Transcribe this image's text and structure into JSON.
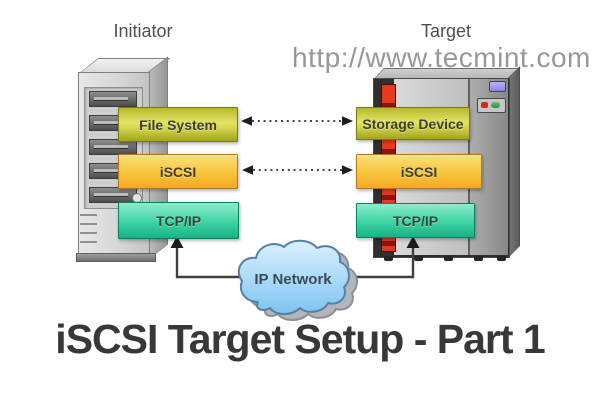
{
  "title": "iSCSI Target Setup - Part 1",
  "watermark": "http://www.tecmint.com",
  "initiator": {
    "label": "Initiator",
    "layers": {
      "filesystem": "File System",
      "iscsi": "iSCSI",
      "tcpip": "TCP/IP"
    }
  },
  "target": {
    "label": "Target",
    "layers": {
      "storage": "Storage Device",
      "iscsi": "iSCSI",
      "tcpip": "TCP/IP"
    }
  },
  "network": {
    "label": "IP Network"
  },
  "colors": {
    "layer_green": "#cdd13c",
    "layer_yellow": "#f8c53a",
    "layer_teal": "#35cf9e",
    "cloud_fill": "#9fd4f6",
    "cloud_outline": "#567fa6",
    "red_bay": "#e63a20",
    "title_text": "#383838",
    "watermark_text": "#8c8c8c",
    "connector": "#3f3f3f"
  }
}
